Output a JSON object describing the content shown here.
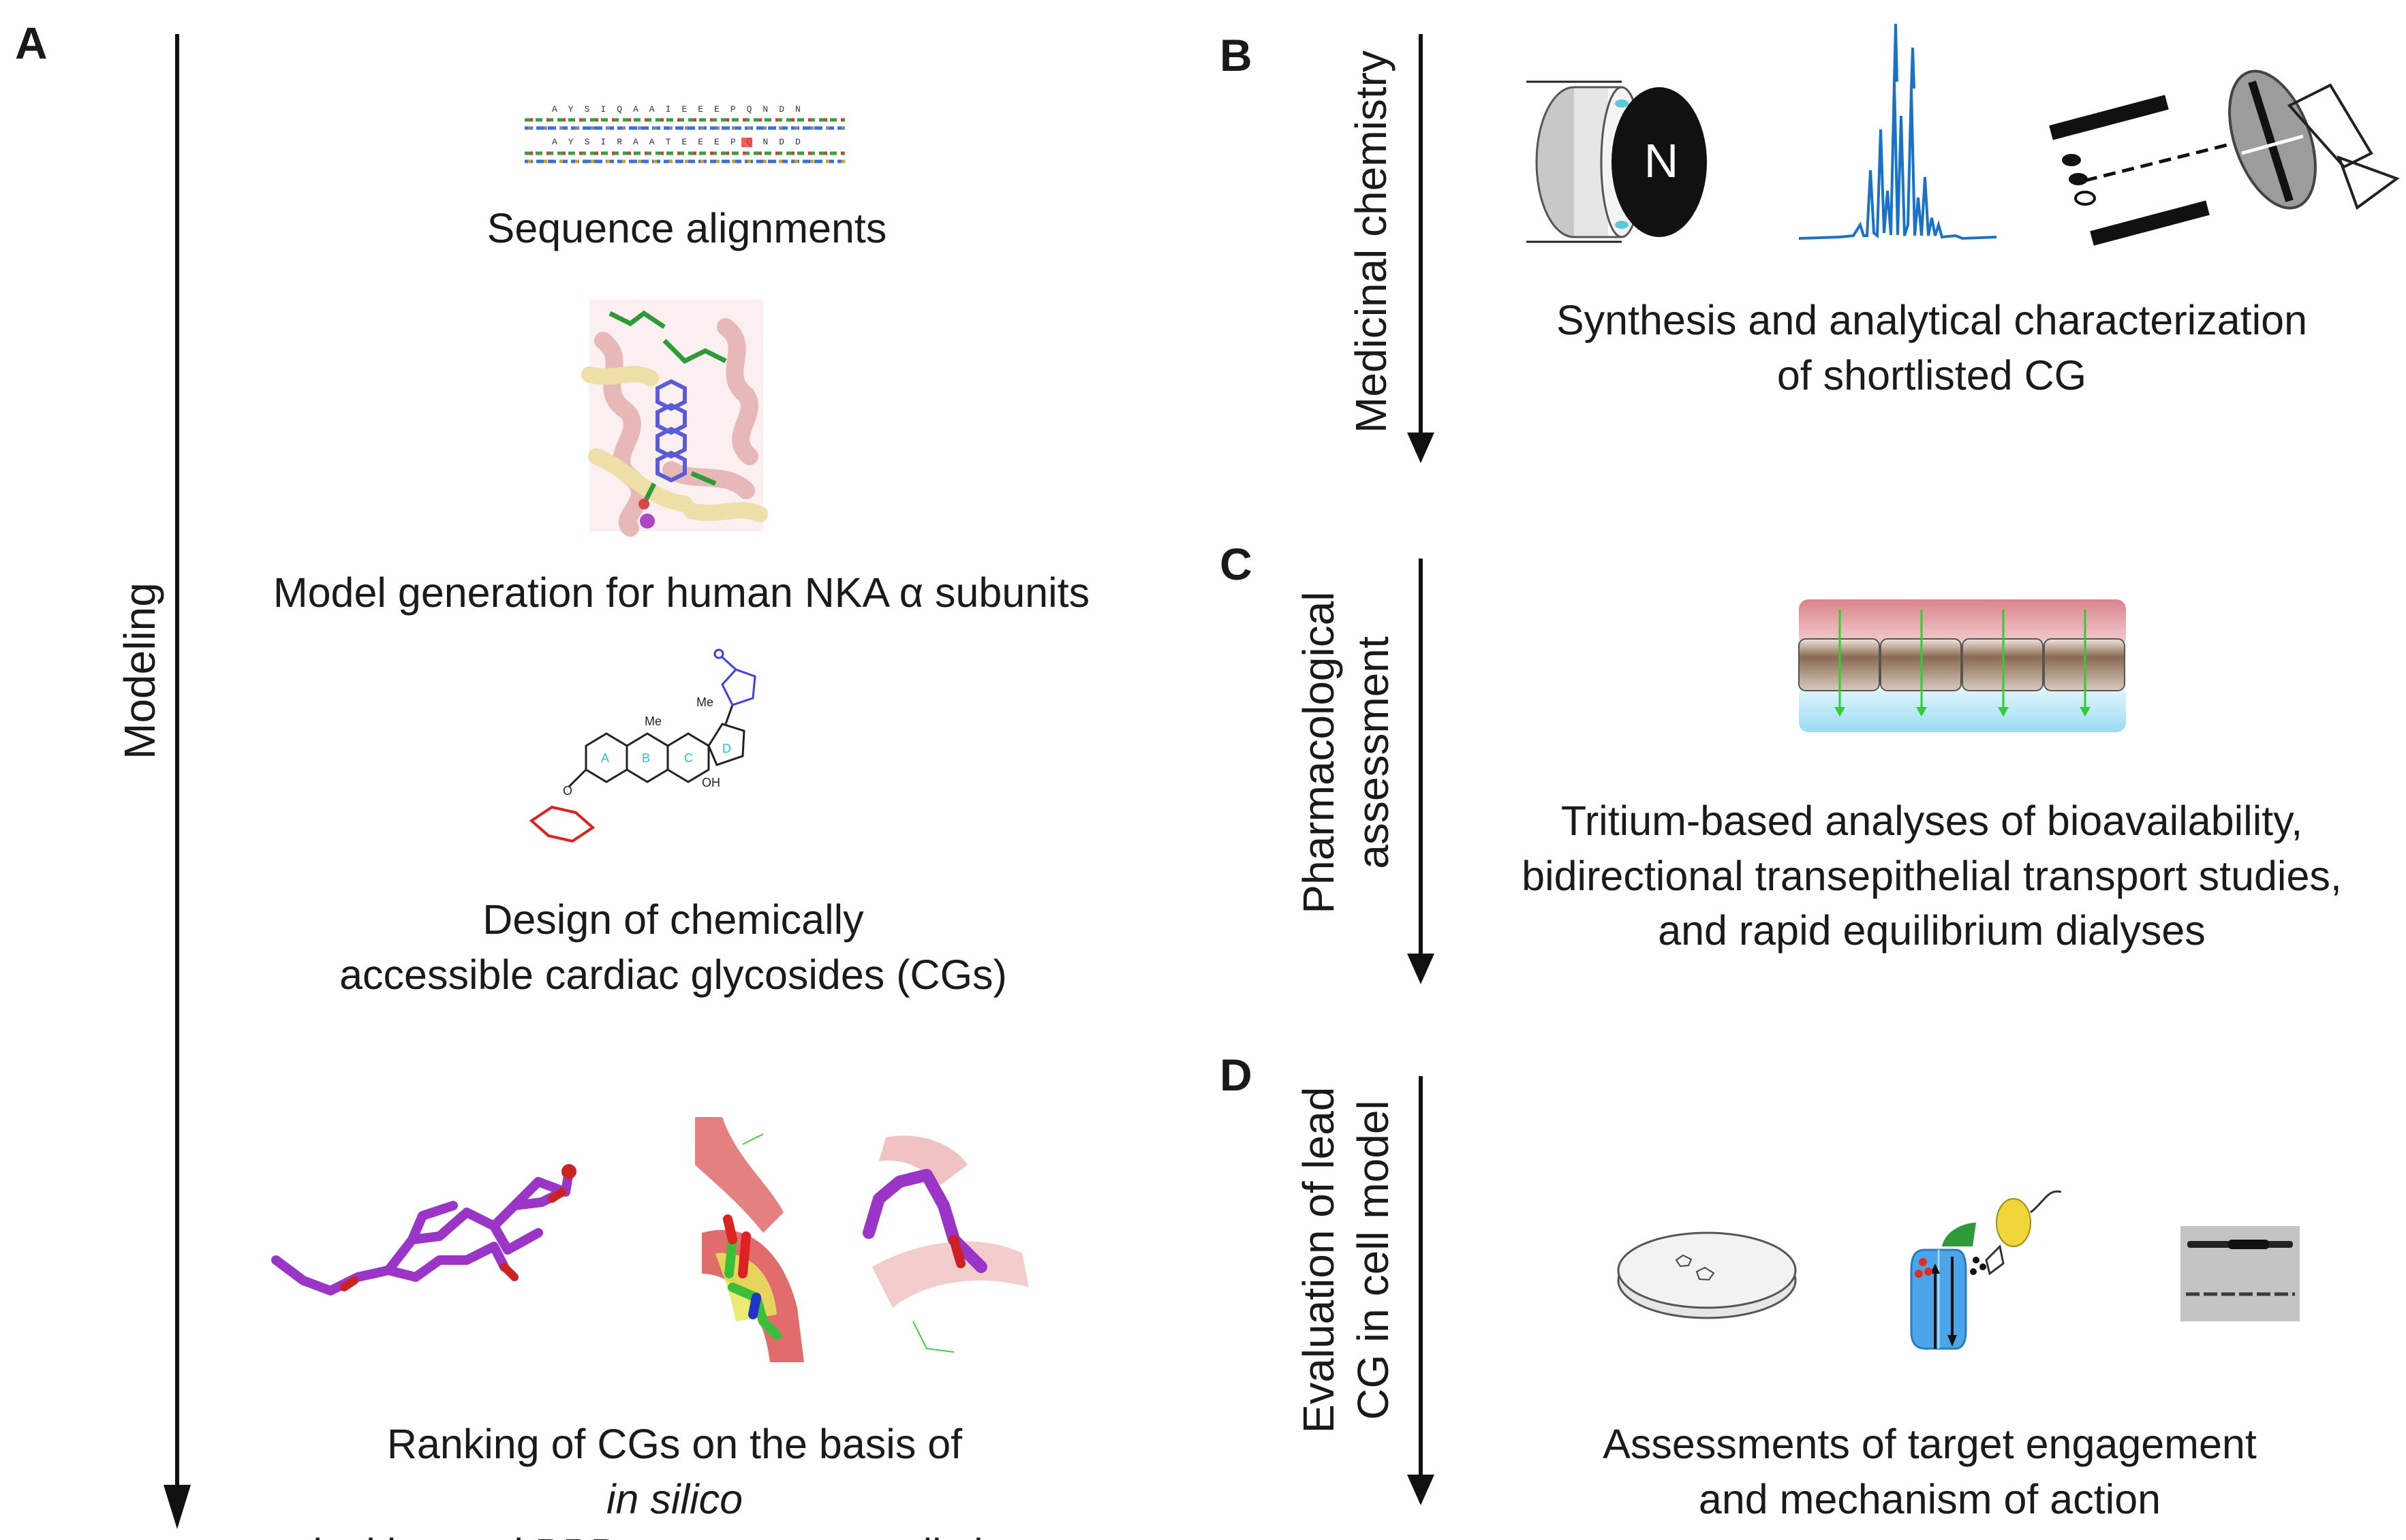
{
  "panels": {
    "A": {
      "letter": "A",
      "axis_label": "Modeling",
      "items": [
        {
          "caption_lines": [
            "Sequence alignments"
          ],
          "icon": "sequence-alignment-image"
        },
        {
          "caption_lines": [
            "Model generation for human NKA α subunits"
          ],
          "icon": "protein-model-image"
        },
        {
          "caption_lines": [
            "Design of chemically",
            "accessible cardiac glycosides (CGs)"
          ],
          "icon": "cardiac-glycoside-structure"
        },
        {
          "caption_lines": [
            "Ranking of CGs on the basis of ",
            "in silico",
            "docking and BBB penetrance predictions"
          ],
          "icon": "docking-images"
        }
      ],
      "structure_labels": [
        "Me",
        "Me",
        "OH",
        "A",
        "B",
        "C",
        "D",
        "O"
      ]
    },
    "B": {
      "letter": "B",
      "axis_label": "Medicinal chemistry",
      "caption_lines": [
        "Synthesis and analytical characterization",
        "of shortlisted CG"
      ],
      "icons": [
        "nmr-magnet-icon",
        "mass-spectrum-icon",
        "hplc-icon"
      ],
      "magnet_label": "N"
    },
    "C": {
      "letter": "C",
      "axis_label_lines": [
        "Pharmacological",
        "assessment"
      ],
      "caption_lines": [
        "Tritium-based analyses of bioavailability,",
        "bidirectional transepithelial transport studies,",
        "and rapid equilibrium dialyses"
      ],
      "icons": [
        "transwell-epithelium-icon"
      ]
    },
    "D": {
      "letter": "D",
      "axis_label_lines": [
        "Evaluation of lead",
        "CG in cell model"
      ],
      "caption_lines": [
        "Assessments of target engagement",
        "and mechanism of action"
      ],
      "icons": [
        "petri-dish-icon",
        "membrane-transporter-icon",
        "western-blot-icon"
      ]
    }
  },
  "colors": {
    "text": "#1a1a1a",
    "spectrum": "#1a72c8",
    "scaffold": "#222222",
    "highlight_blue": "#3f3fe6",
    "sugar_red": "#e01f1f",
    "ring_label_cyan": "#22c5d5",
    "ligand_purple": "#9a35c8",
    "protein_pink": "#e79a9a",
    "apical_red": "#d9848a",
    "basal_blue": "#9bdcf2",
    "cell_brown": "#8a6a52",
    "arrow_green": "#33cc33"
  }
}
